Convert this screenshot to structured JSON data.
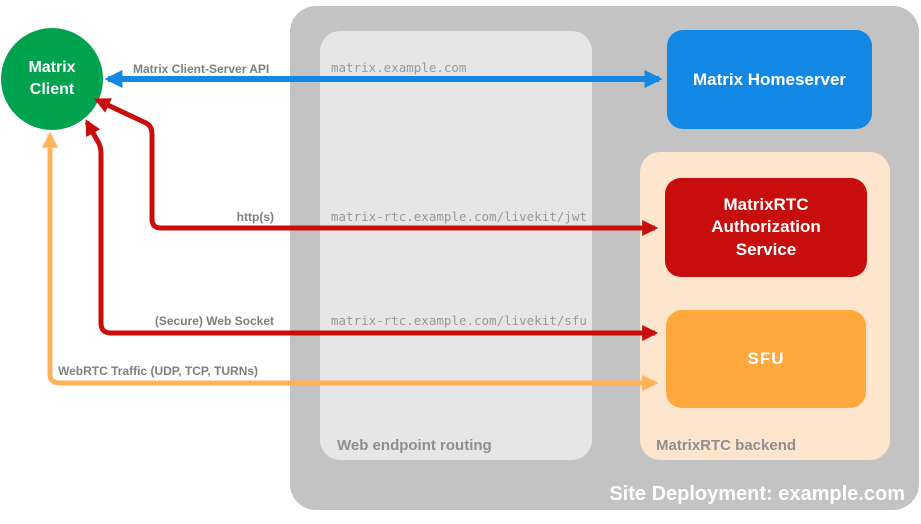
{
  "diagram": {
    "caption": "Site Deployment: example.com",
    "groups": {
      "routing": {
        "label": "Web endpoint routing"
      },
      "backend": {
        "label": "MatrixRTC backend"
      }
    },
    "nodes": {
      "client": {
        "label": "Matrix Client",
        "color": "#00A24E"
      },
      "homeserver": {
        "label": "Matrix Homeserver",
        "color": "#1287E4"
      },
      "auth": {
        "label": "MatrixRTC Authorization Service",
        "color": "#C80D0D"
      },
      "sfu": {
        "label": "SFU",
        "color": "#FFA83D"
      }
    },
    "edges": [
      {
        "id": "client-server-api",
        "label": "Matrix Client-Server API",
        "endpoint": "matrix.example.com",
        "from": "Matrix Client",
        "to": "Matrix Homeserver",
        "color": "#1287E4",
        "bidirectional": true
      },
      {
        "id": "https",
        "label": "http(s)",
        "endpoint": "matrix-rtc.example.com/livekit/jwt",
        "from": "Matrix Client",
        "to": "MatrixRTC Authorization Service",
        "color": "#C80D0D",
        "bidirectional": true
      },
      {
        "id": "secure-web-socket",
        "label": "(Secure) Web Socket",
        "endpoint": "matrix-rtc.example.com/livekit/sfu",
        "from": "Matrix Client",
        "to": "SFU",
        "color": "#C80D0D",
        "bidirectional": true
      },
      {
        "id": "webrtc-traffic",
        "label": "WebRTC Traffic (UDP, TCP, TURNs)",
        "endpoint": "",
        "from": "Matrix Client",
        "to": "SFU",
        "color": "#FFB259",
        "bidirectional": true
      }
    ],
    "container_colors": {
      "site_deployment": "#C3C3C3",
      "web_endpoint_routing": "#E6E6E6",
      "matrixrtc_backend": "#FDE5CE"
    }
  }
}
